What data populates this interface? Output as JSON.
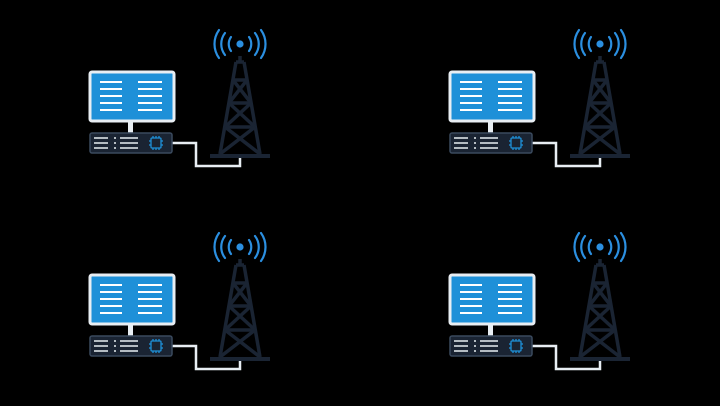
{
  "background": "#000000",
  "colors": {
    "screen_fill": "#1e90d8",
    "screen_border": "#e8eef3",
    "screen_lines": "#ffffff",
    "device_body": "#1a2433",
    "device_outline": "#3a4a5e",
    "device_marks": "#e8eef3",
    "chip": "#1e90d8",
    "tower": "#1a2433",
    "signal": "#2b8fe0",
    "cable": "#e8eef3"
  },
  "icons": [
    {
      "name": "network-station-icon",
      "parts": [
        "monitor-icon",
        "server-unit-icon",
        "radio-tower-icon",
        "wifi-signal-icon",
        "cable"
      ]
    },
    {
      "name": "network-station-icon",
      "parts": [
        "monitor-icon",
        "server-unit-icon",
        "radio-tower-icon",
        "wifi-signal-icon",
        "cable"
      ]
    },
    {
      "name": "network-station-icon",
      "parts": [
        "monitor-icon",
        "server-unit-icon",
        "radio-tower-icon",
        "wifi-signal-icon",
        "cable"
      ]
    },
    {
      "name": "network-station-icon",
      "parts": [
        "monitor-icon",
        "server-unit-icon",
        "radio-tower-icon",
        "wifi-signal-icon",
        "cable"
      ]
    }
  ]
}
